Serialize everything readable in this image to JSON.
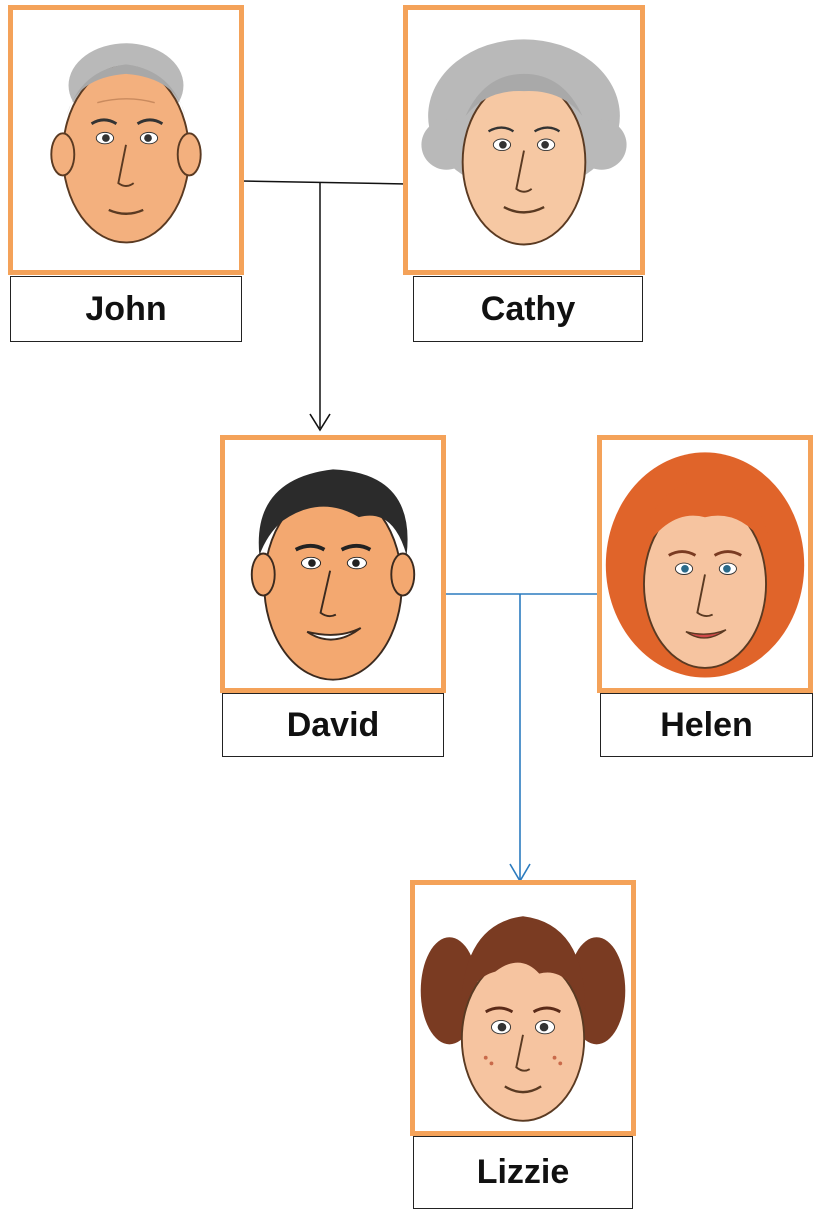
{
  "people": {
    "john": {
      "name": "John",
      "icon": "grandfather-face-icon"
    },
    "cathy": {
      "name": "Cathy",
      "icon": "grandmother-face-icon"
    },
    "david": {
      "name": "David",
      "icon": "father-face-icon"
    },
    "helen": {
      "name": "Helen",
      "icon": "mother-face-icon"
    },
    "lizzie": {
      "name": "Lizzie",
      "icon": "daughter-face-icon"
    }
  },
  "relationships": [
    {
      "from": "John + Cathy",
      "to": "David"
    },
    {
      "from": "David + Helen",
      "to": "Lizzie"
    }
  ],
  "colors": {
    "frame": "#f4a259",
    "line_generation_1": "#111111",
    "line_generation_2": "#2b7bbf",
    "skin": "#f3b07e",
    "hair_grey": "#b9b9b9",
    "hair_dark": "#2b2b2b",
    "hair_red": "#e0642a",
    "hair_brown": "#7a3b22"
  }
}
